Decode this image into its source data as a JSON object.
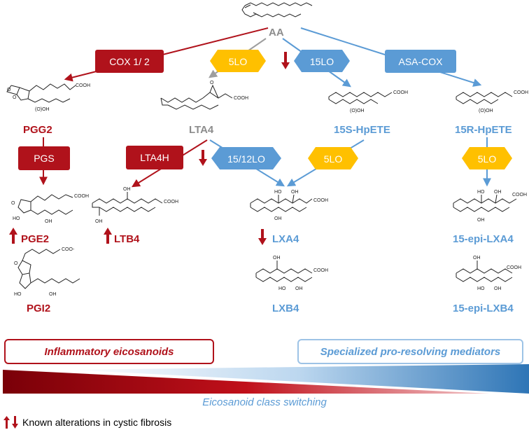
{
  "nodes": {
    "aa": "AA",
    "pgg2": "PGG2",
    "lta4": "LTA4",
    "hpete15s": "15S-HpETE",
    "hpete15r": "15R-HpETE",
    "pge2": "PGE2",
    "pgi2": "PGI2",
    "ltb4": "LTB4",
    "lxa4": "LXA4",
    "lxb4": "LXB4",
    "epi_lxa4": "15-epi-LXA4",
    "epi_lxb4": "15-epi-LXB4"
  },
  "enzymes": {
    "cox12": "COX 1/ 2",
    "lo5_top": "5LO",
    "lo15": "15LO",
    "asa_cox": "ASA-COX",
    "pgs": "PGS",
    "lta4h": "LTA4H",
    "lo15_12": "15/12LO",
    "lo5_mid": "5LO",
    "lo5_right": "5LO"
  },
  "mol_labels": {
    "cooh": "COOH",
    "coo_minus": "COO-",
    "oh": "OH",
    "ooh": "(O)OH",
    "o": "O",
    "ho": "HO"
  },
  "legend": {
    "inflammatory": "Inflammatory eicosanoids",
    "spm": "Specialized pro-resolving mediators",
    "switching": "Eicosanoid class switching",
    "known": "Known alterations in cystic fibrosis"
  },
  "colors": {
    "red": "#b0121b",
    "blue": "#5b9bd5",
    "gold": "#ffc000",
    "gray": "#8c8c8c"
  }
}
